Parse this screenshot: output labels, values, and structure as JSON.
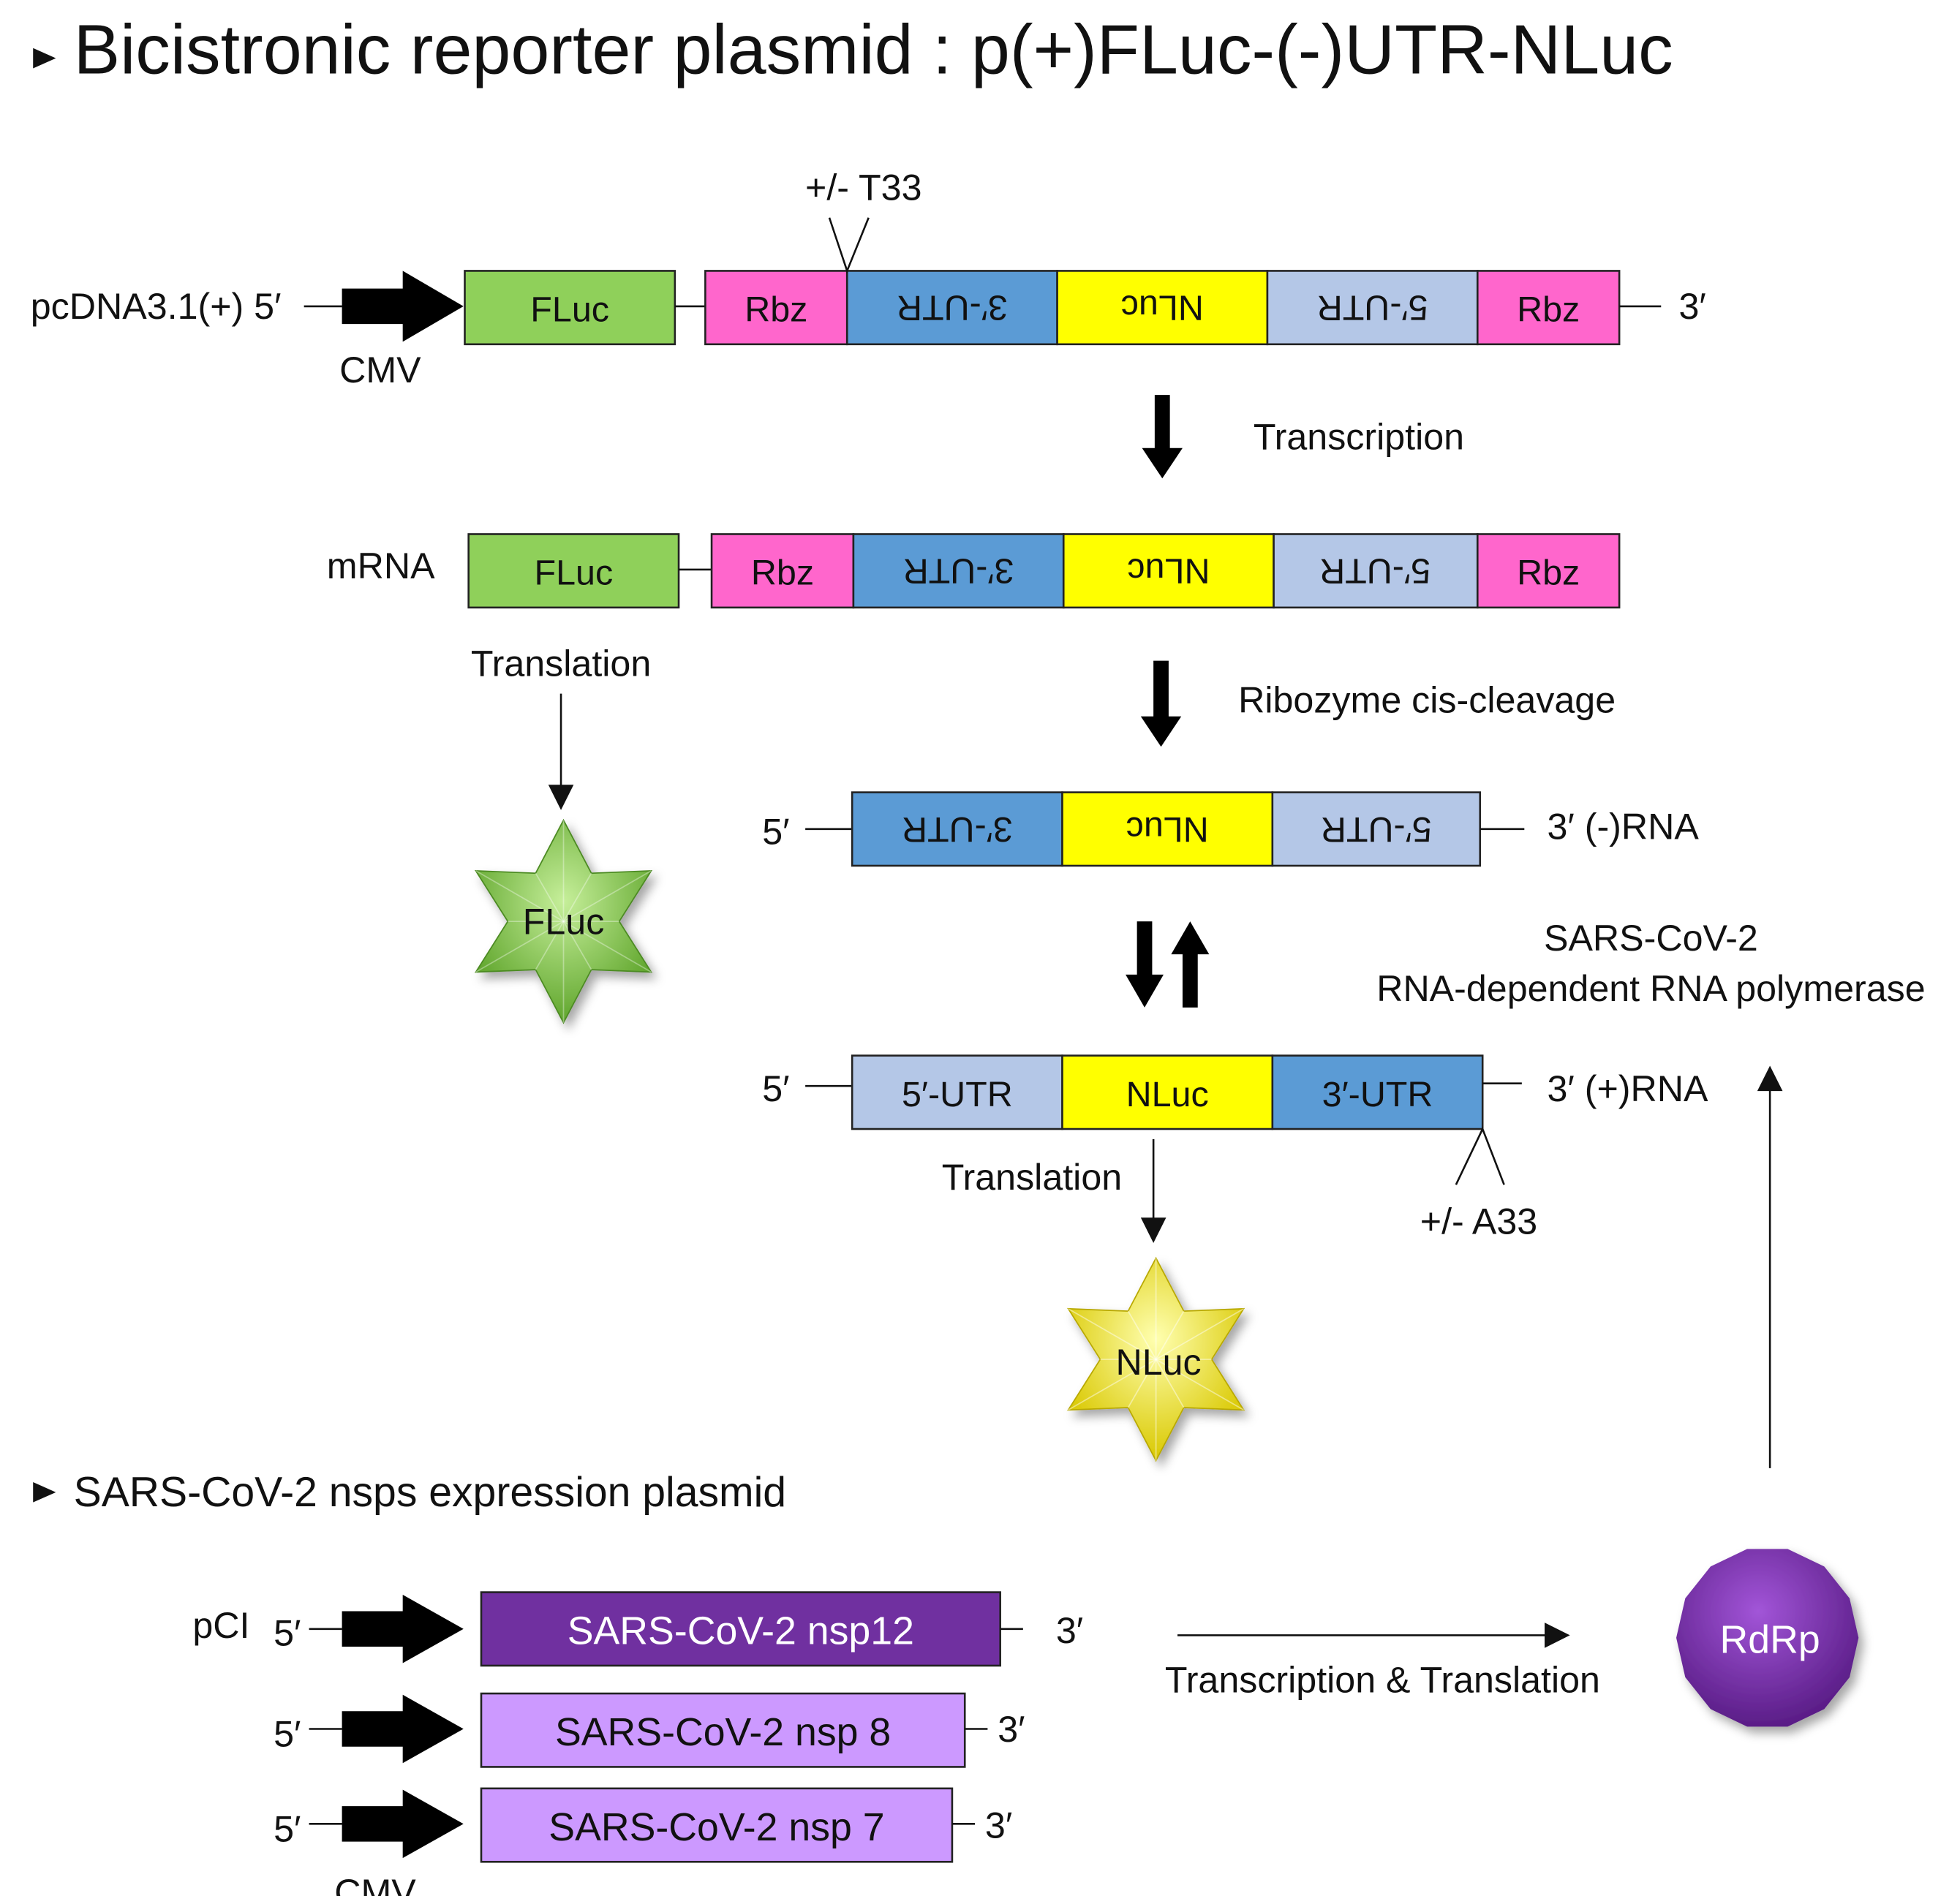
{
  "colors": {
    "fluc": "#8fd05a",
    "rbz": "#ff66cc",
    "utr3": "#5b9bd5",
    "nluc": "#ffff00",
    "utr5": "#b4c7e7",
    "nsp12": "#7030a0",
    "nsp_light": "#cc99ff",
    "rdrp": "#7030a0",
    "arrow": "#000000"
  },
  "section1": {
    "title": "Bicistronic reporter plasmid : p(+)FLuc-(-)UTR-NLuc"
  },
  "section2": {
    "title": "SARS-CoV-2 nsps expression plasmid"
  },
  "plasmid_row": {
    "vector": "pcDNA3.1(+) 5′",
    "promoter": "CMV",
    "end3": "3′",
    "mutation": "+/- T33",
    "segments": {
      "fluc": "FLuc",
      "rbz1": "Rbz",
      "utr3": "3′-UTR",
      "nluc": "NLuc",
      "utr5": "5′-UTR",
      "rbz2": "Rbz"
    }
  },
  "mrna_row": {
    "label": "mRNA",
    "segments": {
      "fluc": "FLuc",
      "rbz1": "Rbz",
      "utr3": "3′-UTR",
      "nluc": "NLuc",
      "utr5": "5′-UTR",
      "rbz2": "Rbz"
    }
  },
  "neg_rna_row": {
    "end5": "5′",
    "end3": "3′ (-)RNA",
    "segments": {
      "utr3": "3′-UTR",
      "nluc": "NLuc",
      "utr5": "5′-UTR"
    }
  },
  "pos_rna_row": {
    "end5": "5′",
    "end3": "3′ (+)RNA",
    "mutation": "+/- A33",
    "segments": {
      "utr5": "5′-UTR",
      "nluc": "NLuc",
      "utr3": "3′-UTR"
    }
  },
  "steps": {
    "transcription": "Transcription",
    "ribozyme": "Ribozyme cis-cleavage",
    "translation1": "Translation",
    "translation2": "Translation",
    "polymerase_line1": "SARS-CoV-2",
    "polymerase_line2": "RNA-dependent RNA polymerase",
    "trans_translation": "Transcription & Translation"
  },
  "products": {
    "fluc": "FLuc",
    "nluc": "NLuc",
    "rdrp": "RdRp"
  },
  "nsp_plasmids": {
    "vector": "pCI",
    "promoter": "CMV",
    "rows": [
      {
        "end5": "5′",
        "label": "SARS-CoV-2 nsp12",
        "end3": "3′"
      },
      {
        "end5": "5′",
        "label": "SARS-CoV-2 nsp 8",
        "end3": "3′"
      },
      {
        "end5": "5′",
        "label": "SARS-CoV-2 nsp 7",
        "end3": "3′"
      }
    ]
  }
}
